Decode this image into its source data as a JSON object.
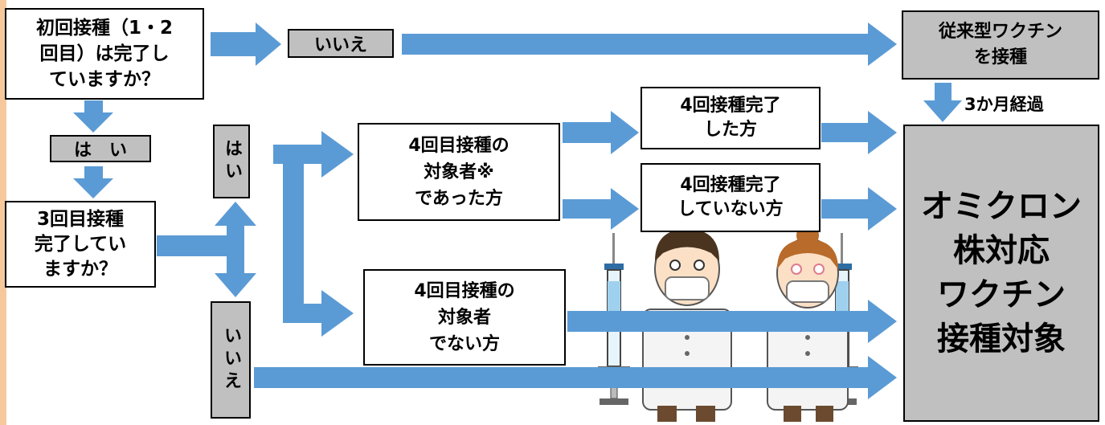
{
  "q1": "初回接種（1・2\n回目）は完了し\nていますか？",
  "yes1": "は　い",
  "no1": "いいえ",
  "conventional": "従来型ワクチン\nを接種",
  "months": "3か月経過",
  "q2": "3回目接種\n完了してい\nますか？",
  "yes2": "はい",
  "no2": "いいえ",
  "target_yes": "4回目接種の\n対象者※\nであった方",
  "target_no": "4回目接種の\n対象者\nでない方",
  "done4": "4回接種完了\nした方",
  "notdone4": "4回接種完了\nしていない方",
  "result": "オミクロン\n株対応\nワクチン\n接種対象",
  "colors": {
    "arrow": "#5b9bd5",
    "gray_box": "#c0c0c0",
    "side_strip": "#f6c99c"
  }
}
